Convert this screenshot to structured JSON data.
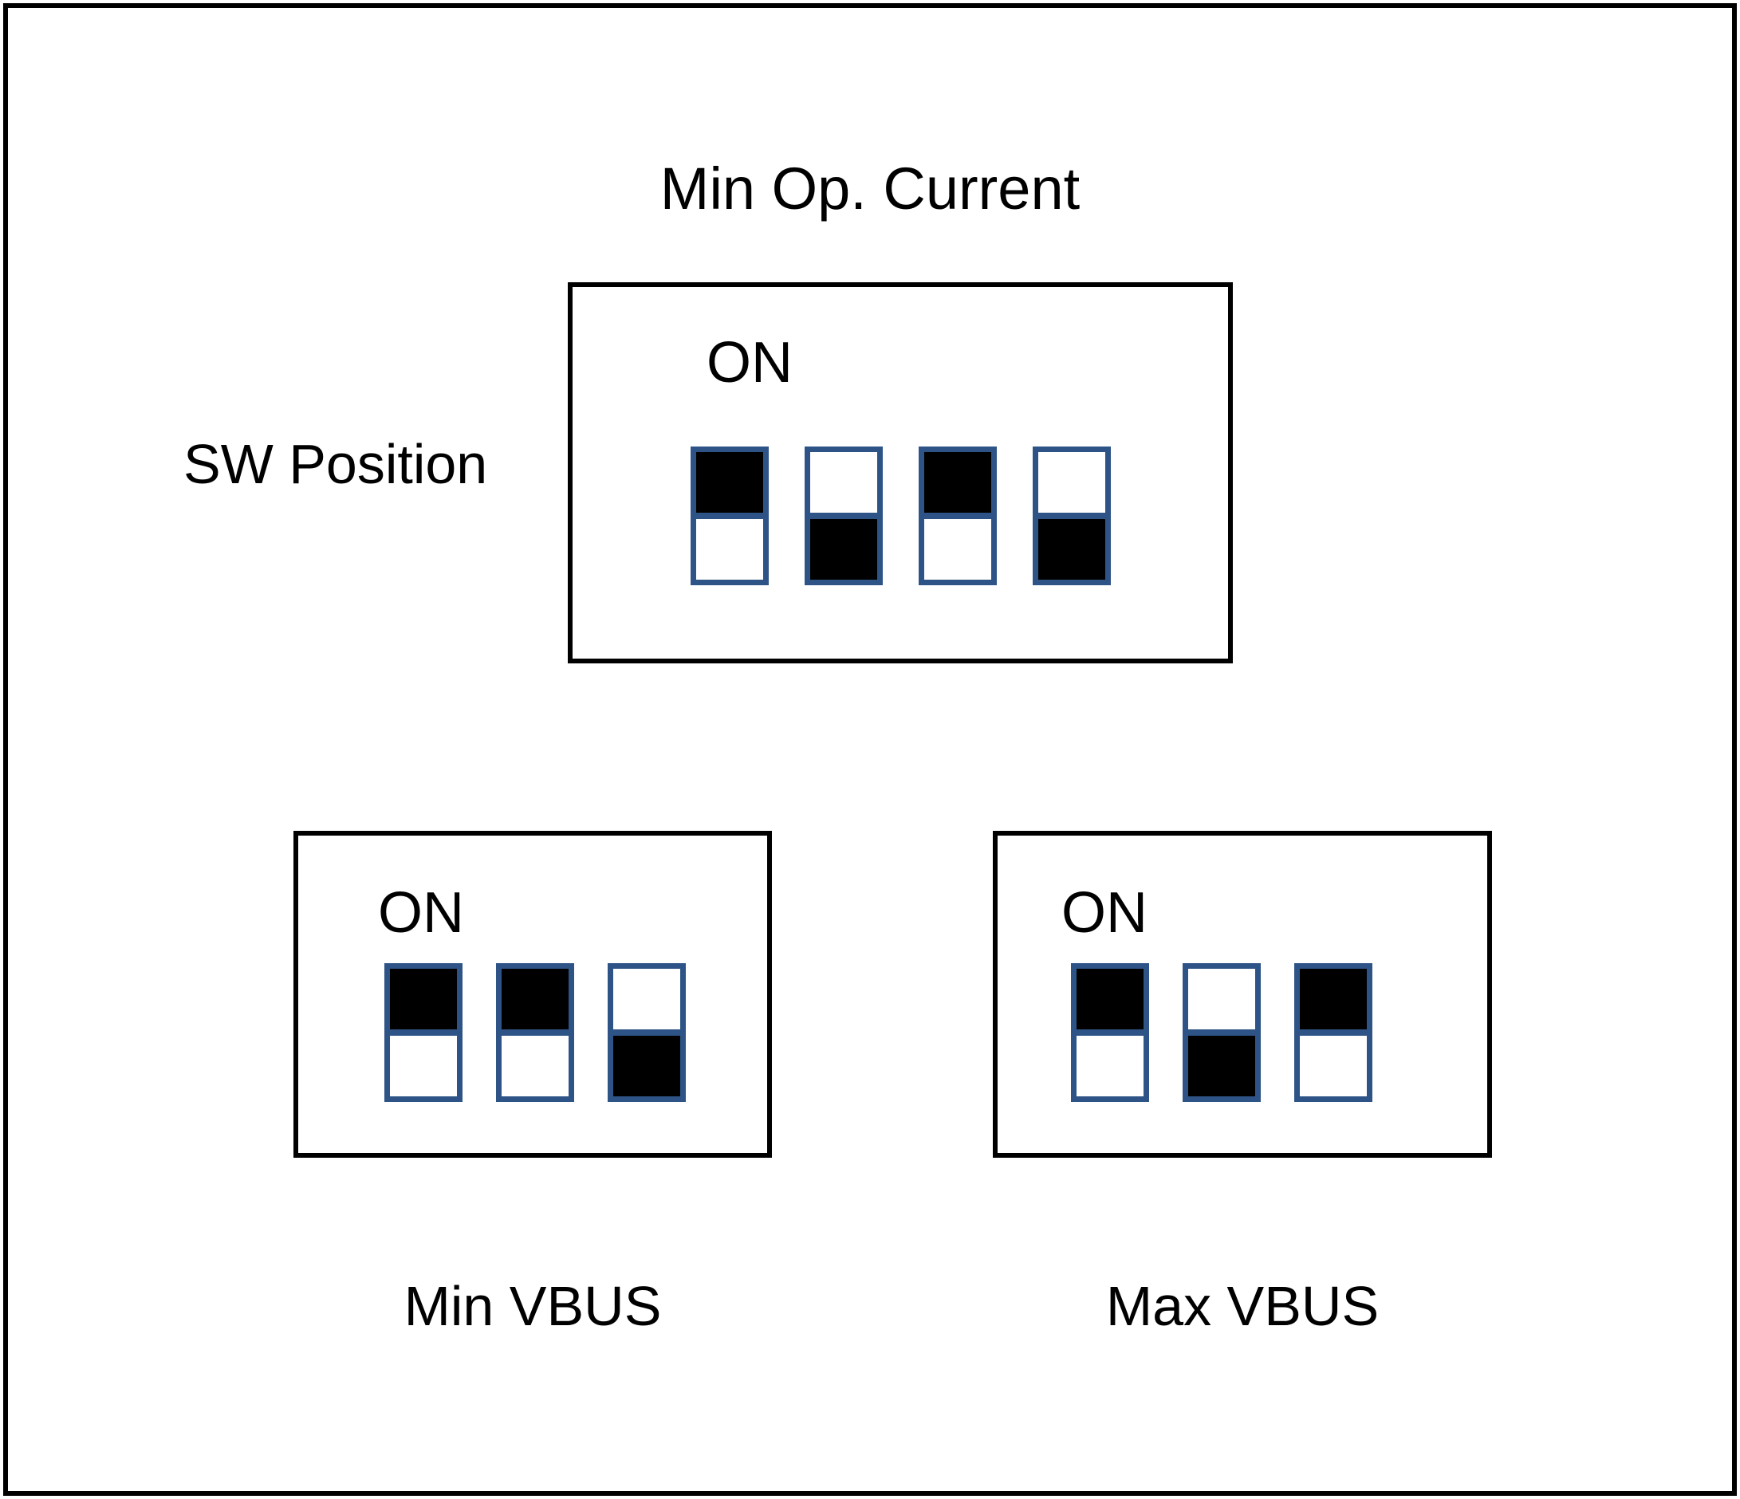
{
  "diagram": {
    "title": "Min Op. Current",
    "sw_position_label": "SW Position",
    "on_label": "ON",
    "colors": {
      "switch_border": "#2E5487",
      "switch_filled": "#000000",
      "panel_border": "#000000",
      "background": "#ffffff"
    }
  },
  "panels": {
    "min_op_current": {
      "caption": "Min Op. Current",
      "on_label": "ON",
      "switch_count": 4,
      "switches": [
        {
          "index": 1,
          "state": "ON",
          "top_filled": true,
          "bottom_filled": false
        },
        {
          "index": 2,
          "state": "OFF",
          "top_filled": false,
          "bottom_filled": true
        },
        {
          "index": 3,
          "state": "ON",
          "top_filled": true,
          "bottom_filled": false
        },
        {
          "index": 4,
          "state": "OFF",
          "top_filled": false,
          "bottom_filled": true
        }
      ]
    },
    "min_vbus": {
      "caption": "Min VBUS",
      "on_label": "ON",
      "switch_count": 3,
      "switches": [
        {
          "index": 1,
          "state": "ON",
          "top_filled": true,
          "bottom_filled": false
        },
        {
          "index": 2,
          "state": "ON",
          "top_filled": true,
          "bottom_filled": false
        },
        {
          "index": 3,
          "state": "OFF",
          "top_filled": false,
          "bottom_filled": true
        }
      ]
    },
    "max_vbus": {
      "caption": "Max VBUS",
      "on_label": "ON",
      "switch_count": 3,
      "switches": [
        {
          "index": 1,
          "state": "ON",
          "top_filled": true,
          "bottom_filled": false
        },
        {
          "index": 2,
          "state": "OFF",
          "top_filled": false,
          "bottom_filled": true
        },
        {
          "index": 3,
          "state": "ON",
          "top_filled": true,
          "bottom_filled": false
        }
      ]
    }
  }
}
